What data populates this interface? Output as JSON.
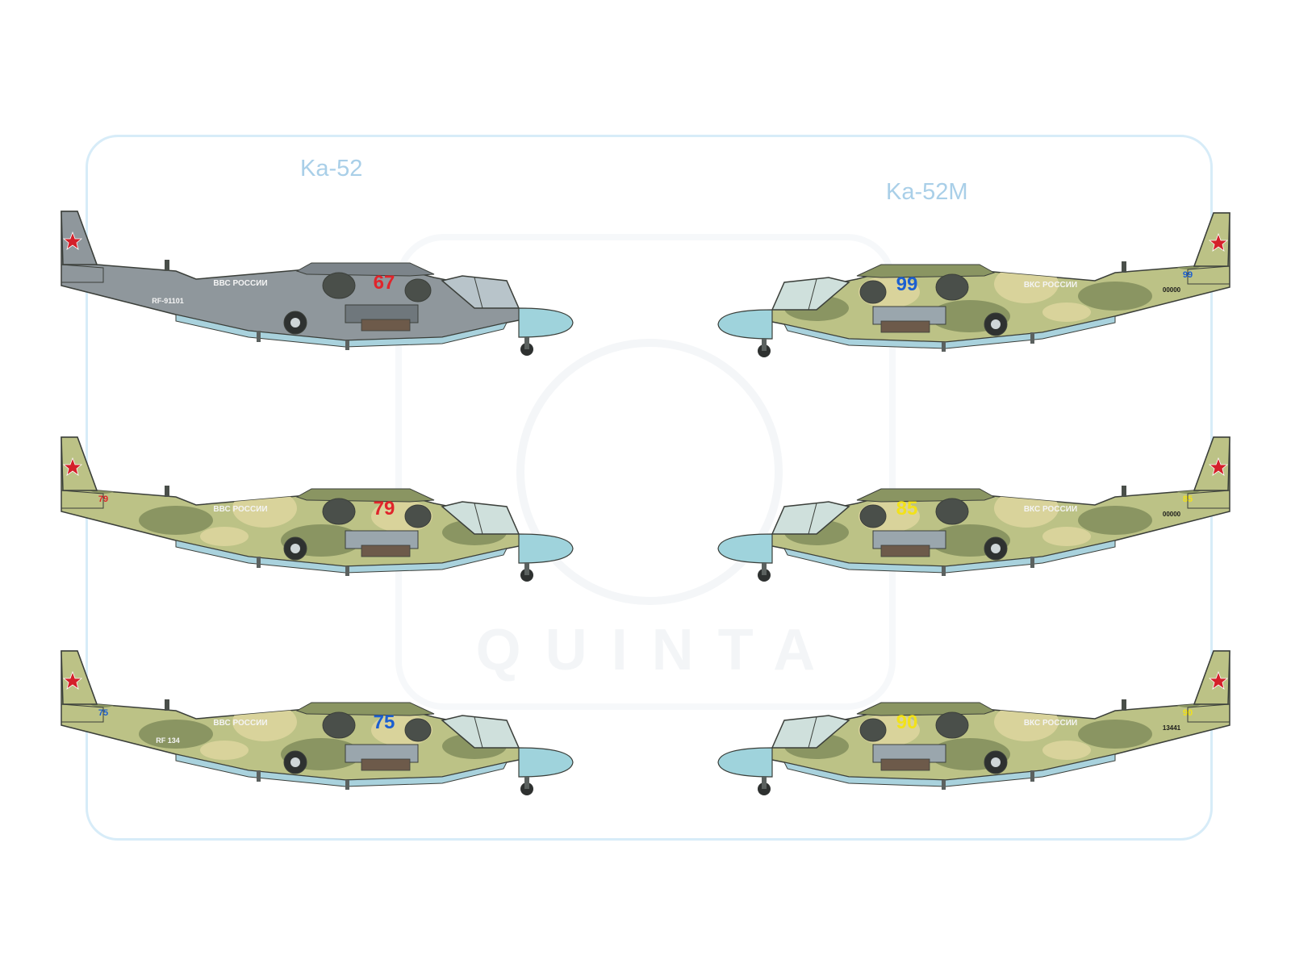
{
  "titles": {
    "left": "Ka-52",
    "right": "Ka-52M"
  },
  "watermark": {
    "text": "QUINTA"
  },
  "colors": {
    "frame": "#d7ecf8",
    "nose": "#9fd3dc",
    "grey_scheme": "#8f979c",
    "camo_base": "#bcc286",
    "camo_dark": "#8a9562",
    "camo_light": "#d9d39b",
    "belly": "#a9d2dd",
    "star": "#d4202a"
  },
  "helicopters": [
    {
      "variant": "Ka-52",
      "scheme": "grey",
      "number": "67",
      "number_color": "#e0242b",
      "text_label": "ВВС РОССИИ",
      "registration": "RF-91101",
      "tail_number": "",
      "serial": ""
    },
    {
      "variant": "Ka-52",
      "scheme": "camo",
      "number": "79",
      "number_color": "#e0242b",
      "text_label": "ВВС РОССИИ",
      "registration": "",
      "tail_number": "79",
      "serial": ""
    },
    {
      "variant": "Ka-52",
      "scheme": "camo",
      "number": "75",
      "number_color": "#1c5fd0",
      "text_label": "ВВС РОССИИ",
      "registration": "RF 134",
      "tail_number": "75",
      "serial": ""
    },
    {
      "variant": "Ka-52M",
      "scheme": "camo",
      "number": "99",
      "number_color": "#1c5fd0",
      "text_label": "ВКС РОССИИ",
      "registration": "",
      "tail_number": "99",
      "serial": "00000"
    },
    {
      "variant": "Ka-52M",
      "scheme": "camo",
      "number": "85",
      "number_color": "#f2e21a",
      "text_label": "ВКС РОССИИ",
      "registration": "",
      "tail_number": "85",
      "serial": "00000"
    },
    {
      "variant": "Ka-52M",
      "scheme": "camo",
      "number": "90",
      "number_color": "#f2e21a",
      "text_label": "ВКС РОССИИ",
      "registration": "",
      "tail_number": "90",
      "serial": "13441"
    }
  ]
}
